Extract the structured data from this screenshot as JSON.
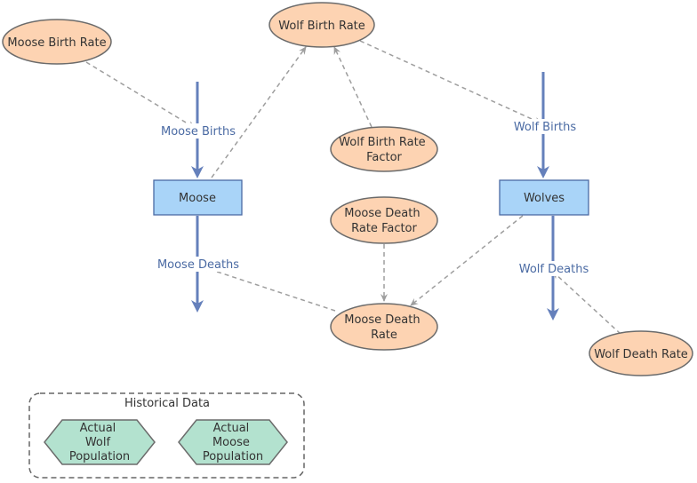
{
  "colors": {
    "variable_fill": "#fdd3b2",
    "variable_stroke": "#6b6b6b",
    "stock_fill": "#a9d4f8",
    "stock_stroke": "#4a6aa3",
    "flow": "#6580bb",
    "link": "#9e9e9e",
    "converter_fill": "#b3e2cf",
    "converter_stroke": "#6b6b6b",
    "group_stroke": "#666666"
  },
  "variables": {
    "moose_birth_rate": [
      "Moose Birth Rate"
    ],
    "wolf_birth_rate": [
      "Wolf Birth Rate"
    ],
    "wolf_birth_rate_factor": [
      "Wolf Birth Rate",
      "Factor"
    ],
    "moose_death_rate_factor": [
      "Moose Death",
      "Rate Factor"
    ],
    "moose_death_rate": [
      "Moose Death",
      "Rate"
    ],
    "wolf_death_rate": [
      "Wolf Death Rate"
    ]
  },
  "stocks": {
    "moose": "Moose",
    "wolves": "Wolves"
  },
  "flows": {
    "moose_births": "Moose Births",
    "moose_deaths": "Moose Deaths",
    "wolf_births": "Wolf Births",
    "wolf_deaths": "Wolf Deaths"
  },
  "group": {
    "title": "Historical Data",
    "items": {
      "actual_wolf_population": [
        "Actual",
        "Wolf",
        "Population"
      ],
      "actual_moose_population": [
        "Actual",
        "Moose",
        "Population"
      ]
    }
  }
}
